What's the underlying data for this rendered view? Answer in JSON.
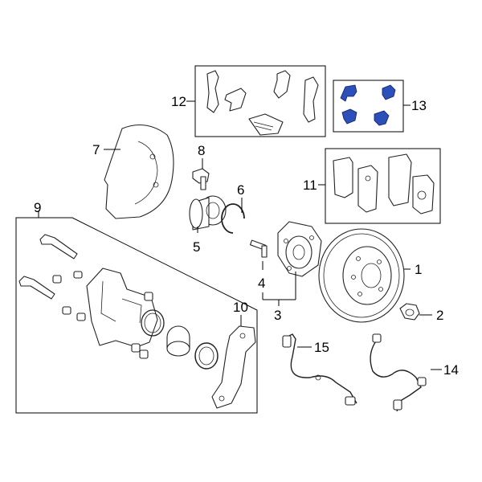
{
  "diagram": {
    "callouts": {
      "n1": "1",
      "n2": "2",
      "n3": "3",
      "n4": "4",
      "n5": "5",
      "n6": "6",
      "n7": "7",
      "n8": "8",
      "n9": "9",
      "n10": "10",
      "n11": "11",
      "n12": "12",
      "n13": "13",
      "n14": "14",
      "n15": "15"
    },
    "highlight_color": "#2c4fb8",
    "line_color": "#000000"
  }
}
